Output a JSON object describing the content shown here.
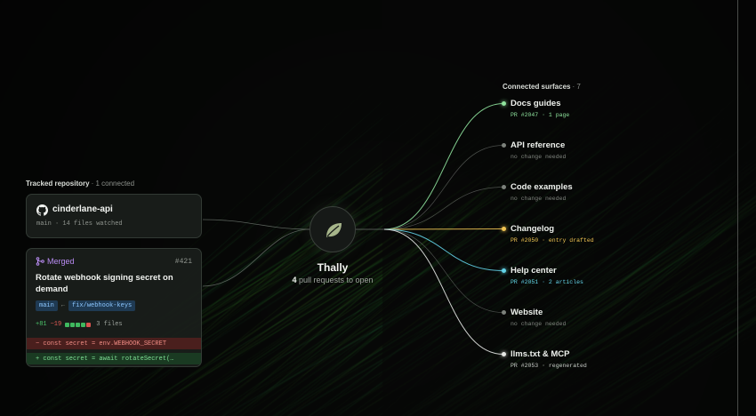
{
  "colors": {
    "background": "#070807",
    "green_accent": "#8fe39d",
    "yellow_accent": "#f1c453",
    "cyan_accent": "#63d2e8",
    "merged_purple": "#b98cf3"
  },
  "tracked": {
    "title": "Tracked repository",
    "count": "· 1 connected"
  },
  "repo": {
    "icon": "github-icon",
    "name": "cinderlane-api",
    "meta": "main · 14 files watched"
  },
  "pr": {
    "status_icon": "merge-icon",
    "status": "Merged",
    "number": "#421",
    "title": "Rotate webhook signing secret on demand",
    "base_branch": "main",
    "arrow": "←",
    "head_branch": "fix/webhook-keys",
    "additions": "+81",
    "deletions": "−19",
    "files": "3 files",
    "diff_removed": "− const secret = env.WEBHOOK_SECRET",
    "diff_added": "+ const secret = await rotateSecret(…"
  },
  "hub": {
    "icon": "leaf-icon",
    "name": "Thally",
    "count": "4",
    "label": "pull requests to open"
  },
  "surfaces_header": {
    "title": "Connected surfaces",
    "count": "· 7"
  },
  "surfaces": [
    {
      "name": "Docs guides",
      "status": "PR #2047 · 1 page",
      "tone": "green"
    },
    {
      "name": "API reference",
      "status": "no change needed",
      "tone": "muted"
    },
    {
      "name": "Code examples",
      "status": "no change needed",
      "tone": "muted"
    },
    {
      "name": "Changelog",
      "status": "PR #2050 · entry drafted",
      "tone": "yellow"
    },
    {
      "name": "Help center",
      "status": "PR #2051 · 2 articles",
      "tone": "cyan"
    },
    {
      "name": "Website",
      "status": "no change needed",
      "tone": "muted"
    },
    {
      "name": "llms.txt & MCP",
      "status": "PR #2053 · regenerated",
      "tone": "white"
    }
  ]
}
